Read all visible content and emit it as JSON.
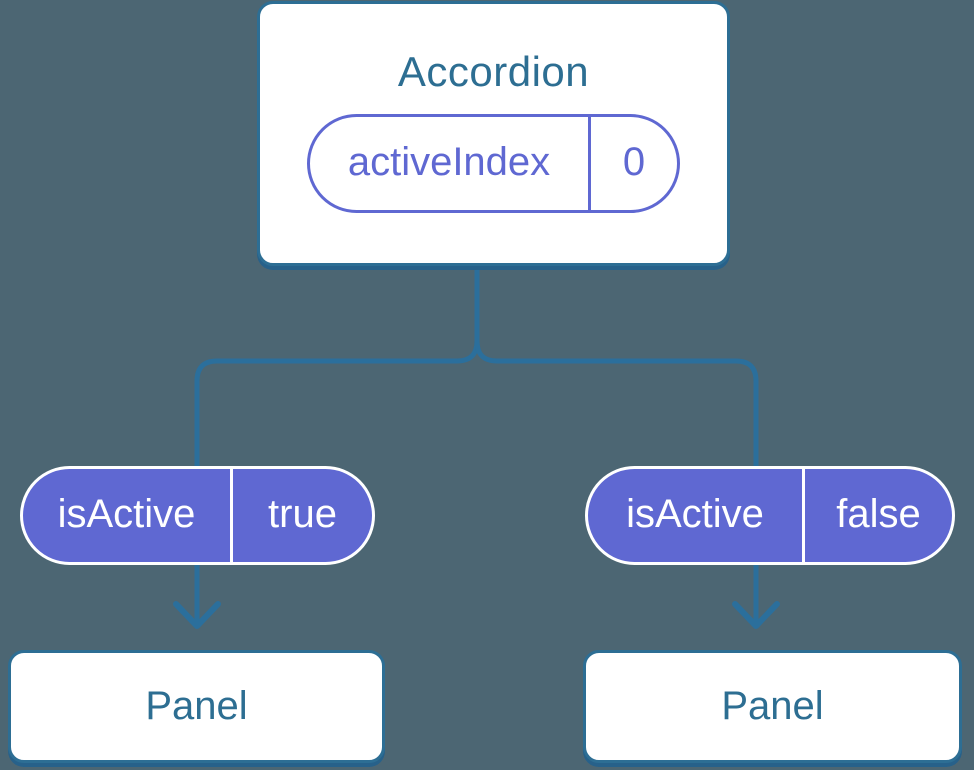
{
  "colors": {
    "background": "#4C6673",
    "connector_blue": "#2B6F9C",
    "card_border_blue": "#2D6E94",
    "node_text_blue": "#2D6E92",
    "pill_purple": "#5F68D2",
    "pill_text_on_purple": "#FFFFFF"
  },
  "root_node": {
    "title": "Accordion",
    "state_pill": {
      "label": "activeIndex",
      "value": "0"
    }
  },
  "children": [
    {
      "prop_pill": {
        "label": "isActive",
        "value": "true"
      },
      "panel_title": "Panel"
    },
    {
      "prop_pill": {
        "label": "isActive",
        "value": "false"
      },
      "panel_title": "Panel"
    }
  ]
}
